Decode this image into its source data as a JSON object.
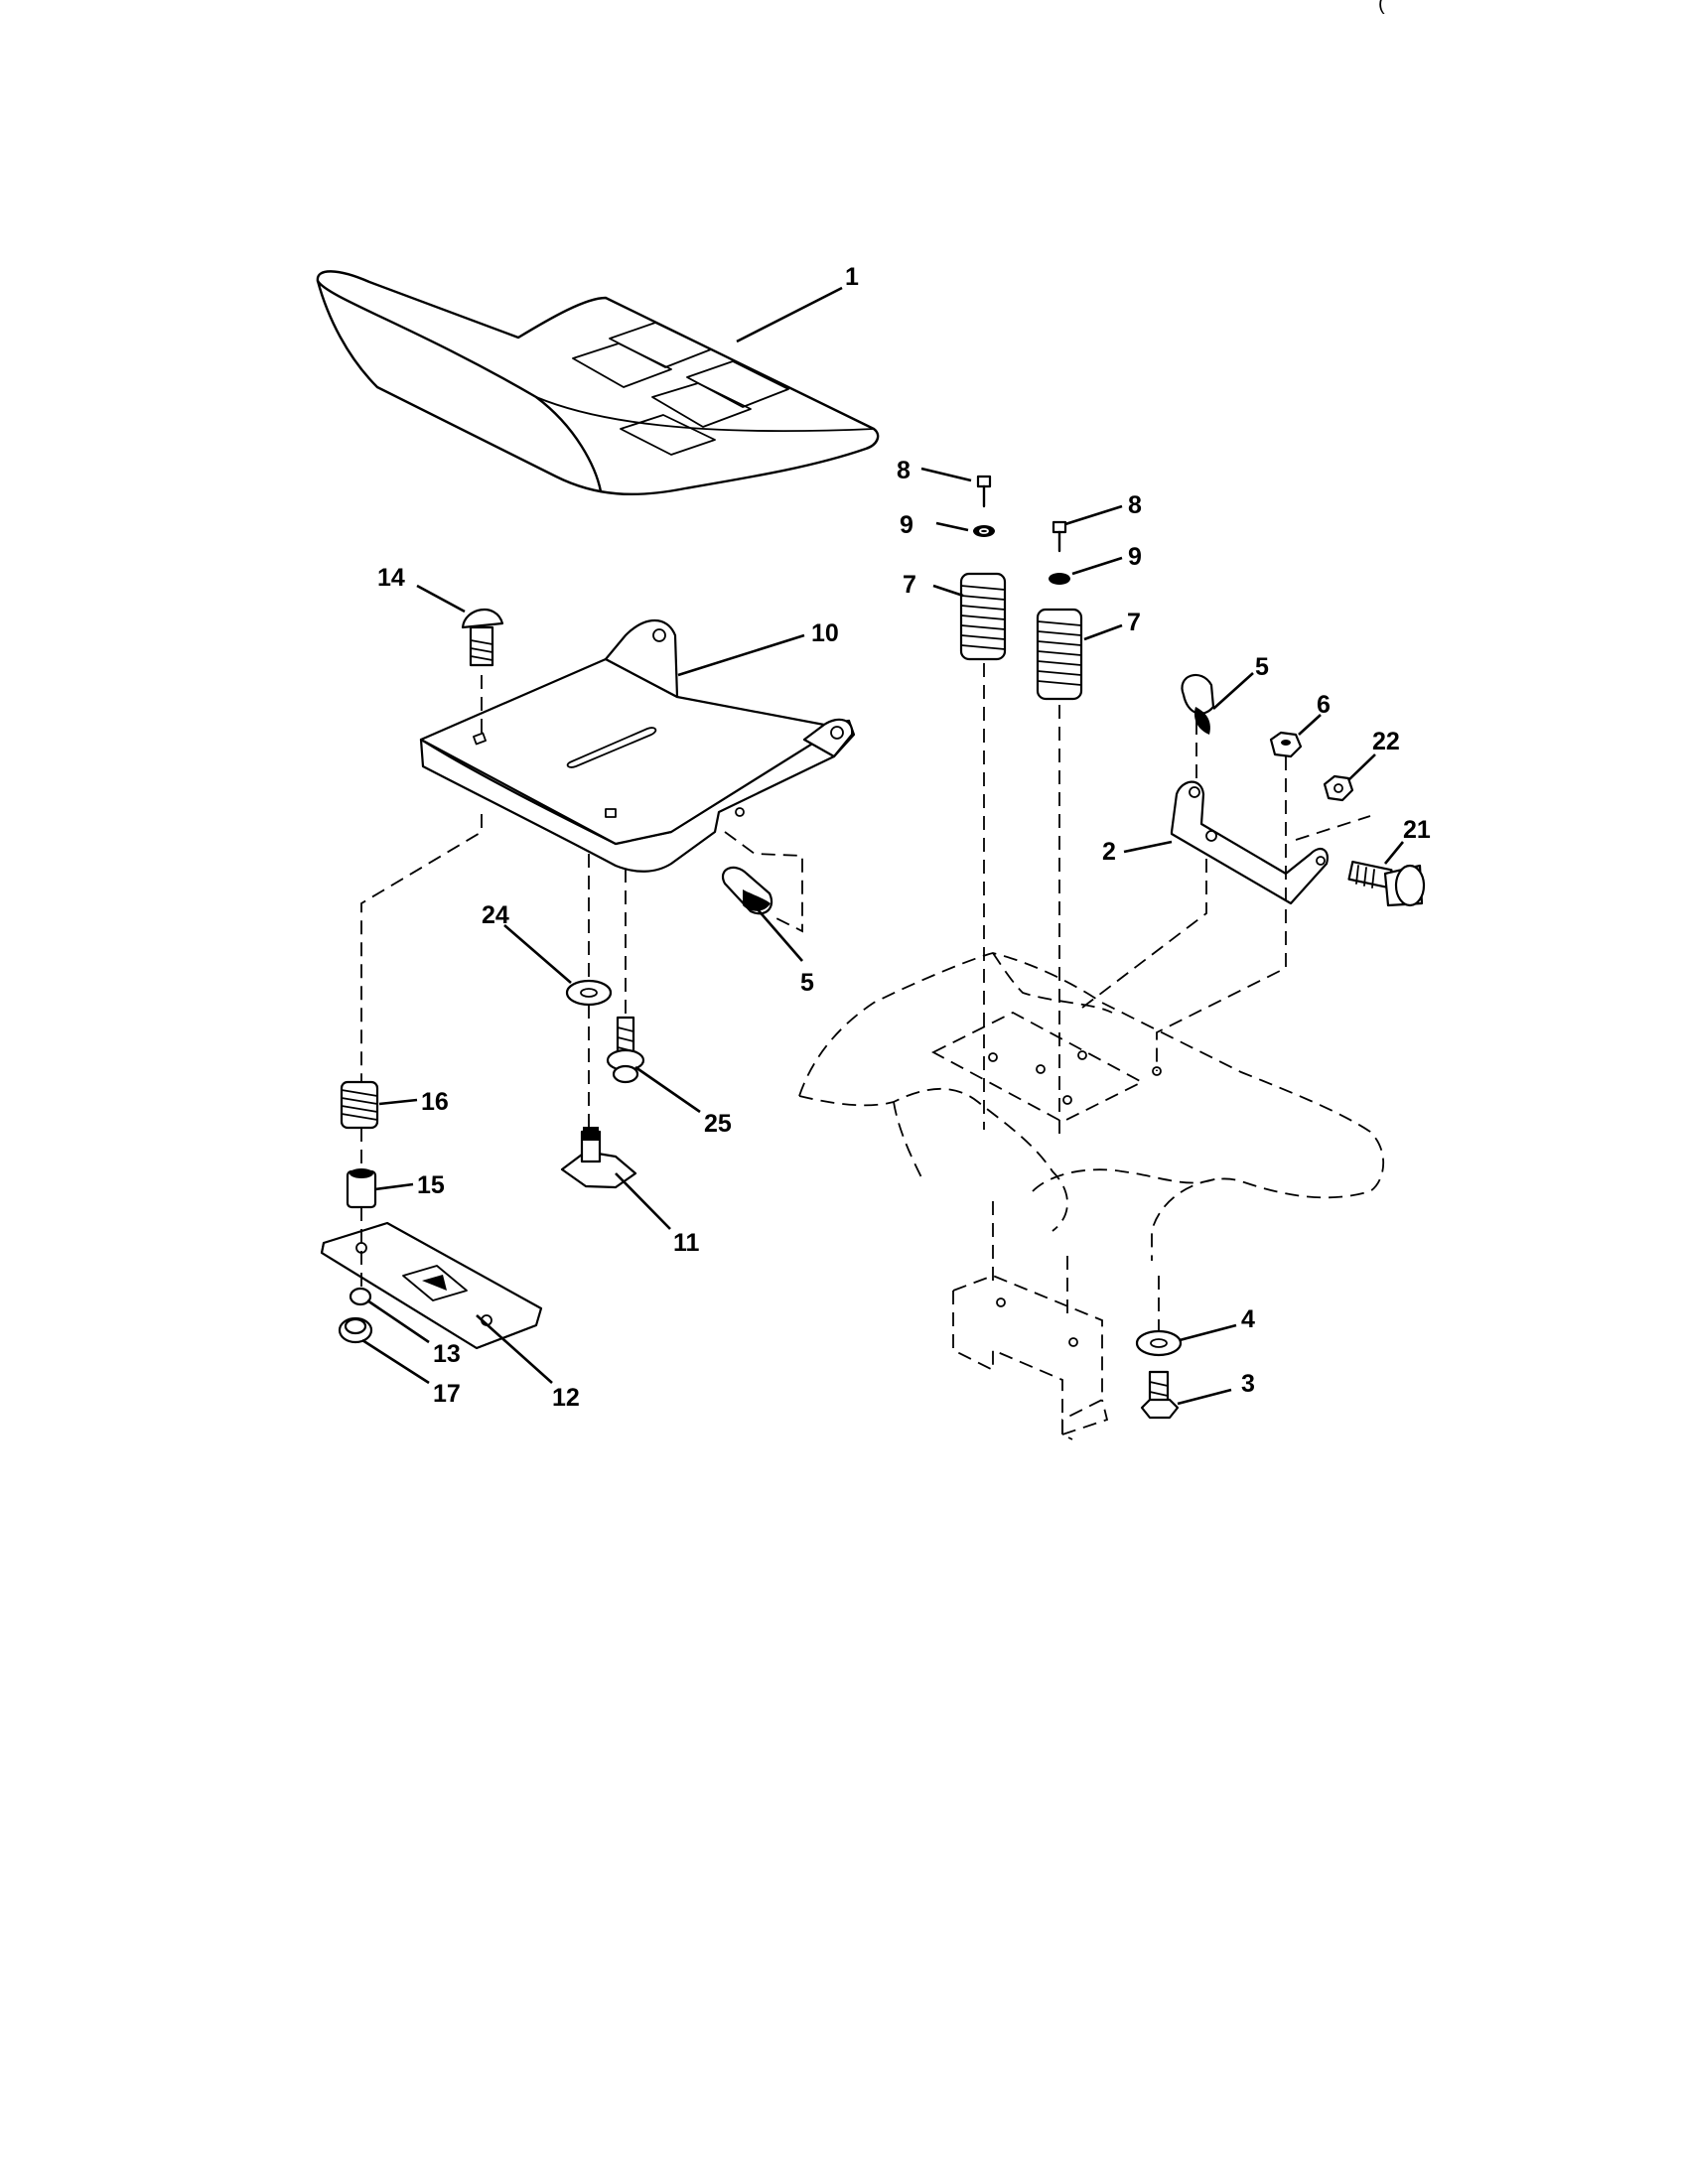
{
  "corner_mark": "(",
  "callouts": [
    {
      "id": "c1",
      "text": "1"
    },
    {
      "id": "c14",
      "text": "14"
    },
    {
      "id": "c10",
      "text": "10"
    },
    {
      "id": "c8a",
      "text": "8"
    },
    {
      "id": "c9a",
      "text": "9"
    },
    {
      "id": "c7a",
      "text": "7"
    },
    {
      "id": "c8b",
      "text": "8"
    },
    {
      "id": "c9b",
      "text": "9"
    },
    {
      "id": "c7b",
      "text": "7"
    },
    {
      "id": "c5a",
      "text": "5"
    },
    {
      "id": "c6",
      "text": "6"
    },
    {
      "id": "c22",
      "text": "22"
    },
    {
      "id": "c21",
      "text": "21"
    },
    {
      "id": "c2",
      "text": "2"
    },
    {
      "id": "c5b",
      "text": "5"
    },
    {
      "id": "c24",
      "text": "24"
    },
    {
      "id": "c25",
      "text": "25"
    },
    {
      "id": "c16",
      "text": "16"
    },
    {
      "id": "c15",
      "text": "15"
    },
    {
      "id": "c11",
      "text": "11"
    },
    {
      "id": "c13",
      "text": "13"
    },
    {
      "id": "c17",
      "text": "17"
    },
    {
      "id": "c12",
      "text": "12"
    },
    {
      "id": "c4",
      "text": "4"
    },
    {
      "id": "c3",
      "text": "3"
    }
  ]
}
